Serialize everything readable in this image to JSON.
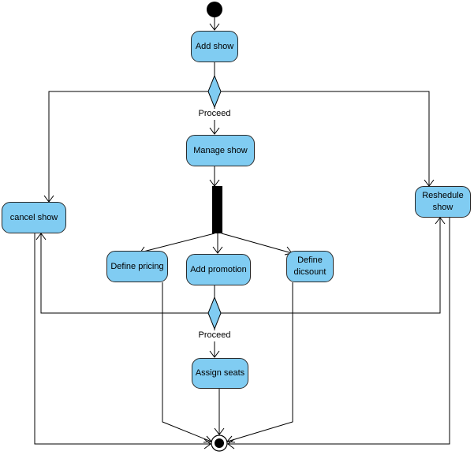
{
  "actions": {
    "add_show": "Add show",
    "manage_show": "Manage show",
    "cancel_show": "cancel show",
    "reschedule_show": "Reshedule show",
    "define_pricing": "Define pricing",
    "add_promotion": "Add promotion",
    "define_discount": "Define dicsount",
    "assign_seats": "Assign seats"
  },
  "guards": {
    "top": "Proceed",
    "bottom": "Proceed"
  },
  "colors": {
    "action_fill": "#80ccf2",
    "decision_fill": "#80ccf2",
    "stroke": "#000000"
  }
}
